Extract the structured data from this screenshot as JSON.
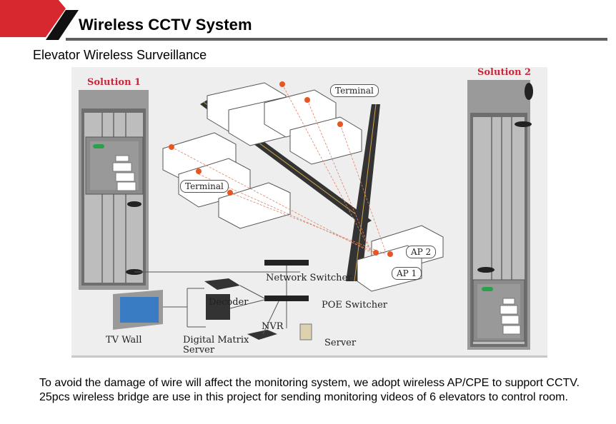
{
  "slide": {
    "title": "Wireless CCTV System",
    "subtitle": "Elevator Wireless Surveillance",
    "colors": {
      "accent_red": "#d7282f",
      "accent_black": "#111111",
      "rule": "#5e5e5e",
      "solution_label": "#c8283a",
      "diagram_bg": "#eeeeee"
    },
    "paragraph": "To avoid the damage of wire will affect the monitoring system, we adopt wireless AP/CPE to support CCTV. 25pcs wireless bridge are use in this project for sending monitoring videos of 6 elevators to control room."
  },
  "diagram": {
    "solution1": "Solution 1",
    "solution2": "Solution 2",
    "terminal_top": "Terminal",
    "terminal_left": "Terminal",
    "ap1": "AP 1",
    "ap2": "AP 2",
    "network_switcher": "Network Switcher",
    "poe_switcher": "POE Switcher",
    "decoder": "Decoder",
    "nvr": "NVR",
    "server": "Server",
    "tv_wall": "TV Wall",
    "digital_matrix_line1": "Digital Matrix",
    "digital_matrix_line2": "Server"
  }
}
